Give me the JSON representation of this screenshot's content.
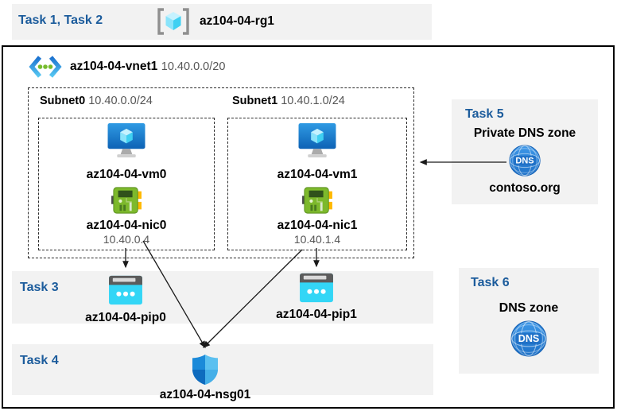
{
  "colors": {
    "task_label_blue": "#1C5C9C",
    "band_gray": "#F2F2F2",
    "connector_black": "#1A1A1A",
    "vm_blue": "#1279C8",
    "cube_cyan": "#50E6FF",
    "nic_green": "#7DB92C",
    "pip_cyan": "#33D6F6",
    "dns_blue": "#2F8AD8"
  },
  "header": {
    "tasks": "Task 1, Task 2",
    "resource_group": "az104-04-rg1"
  },
  "vnet": {
    "name": "az104-04-vnet1",
    "cidr": "10.40.0.0/20"
  },
  "subnets": [
    {
      "name": "Subnet0",
      "cidr": "10.40.0.0/24",
      "vm": "az104-04-vm0",
      "nic": "az104-04-nic0",
      "ip": "10.40.0.4"
    },
    {
      "name": "Subnet1",
      "cidr": "10.40.1.0/24",
      "vm": "az104-04-vm1",
      "nic": "az104-04-nic1",
      "ip": "10.40.1.4"
    }
  ],
  "task3": {
    "label": "Task 3",
    "pip0": "az104-04-pip0",
    "pip1": "az104-04-pip1"
  },
  "task4": {
    "label": "Task 4",
    "nsg": "az104-04-nsg01"
  },
  "task5": {
    "label": "Task 5",
    "title": "Private DNS zone",
    "zone": "contoso.org",
    "dns_text": "DNS"
  },
  "task6": {
    "label": "Task 6",
    "title": "DNS zone",
    "dns_text": "DNS"
  }
}
